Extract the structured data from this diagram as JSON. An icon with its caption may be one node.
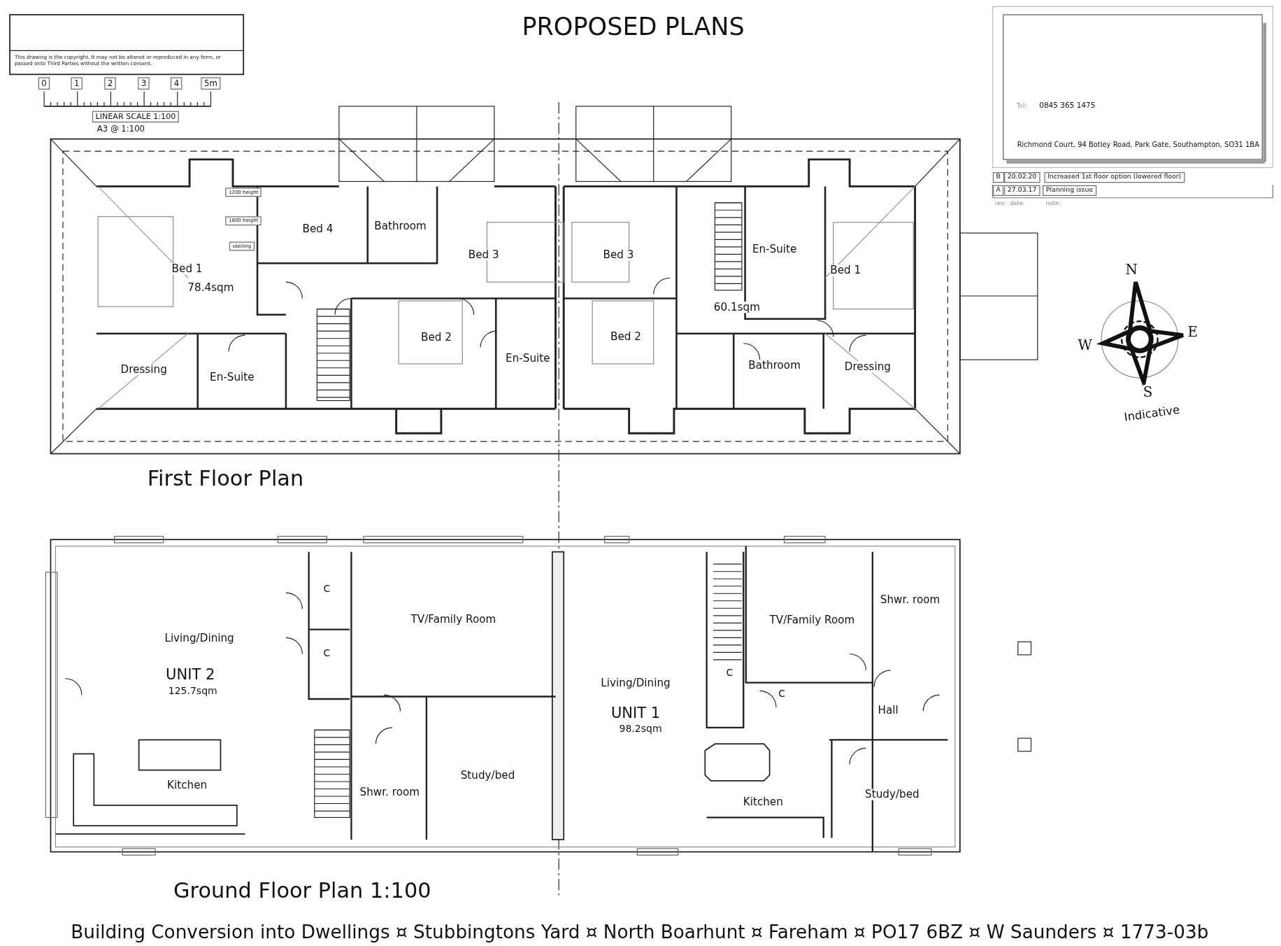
{
  "diagram": {
    "title": "PROPOSED PLANS",
    "caption": "Building Conversion into Dwellings ¤ Stubbingtons Yard ¤ North Boarhunt ¤ Fareham ¤ PO17 6BZ ¤ W Saunders ¤ 1773-03b",
    "labels": [
      "This drawing is the copyright. It may not be altered or reproduced in any form, or passed onto Third Parties without the written consent.",
      "0",
      "1",
      "2",
      "3",
      "4",
      "5m",
      "LINEAR SCALE 1:100",
      "A3 @ 1:100",
      "Tel:",
      "0845 365 1475",
      "Richmond Court, 94 Botley Road, Park Gate, Southampton, SO31 1BA",
      "B",
      "20.02.20",
      "Increased 1st floor option (lowered floor)",
      "A",
      "27.03.17",
      "Planning issue",
      "rev:",
      "date:",
      "note:",
      "1200 height",
      "1800 height",
      "skeiling",
      "Bed 4",
      "Bathroom",
      "Bed 3",
      "Bed 3",
      "En-Suite",
      "Bed 1",
      "78.4sqm",
      "Bed 1",
      "60.1sqm",
      "Bed 2",
      "Bed 2",
      "En-Suite",
      "Bathroom",
      "Dressing",
      "En-Suite",
      "Dressing",
      "First Floor Plan",
      "N",
      "W",
      "E",
      "S",
      "Indicative",
      "C",
      "TV/Family Room",
      "Shwr. room",
      "Living/Dining",
      "TV/Family Room",
      "C",
      "UNIT 2",
      "125.7sqm",
      "C",
      "Living/Dining",
      "C",
      "UNIT 1",
      "98.2sqm",
      "Hall",
      "Kitchen",
      "Study/bed",
      "Shwr. room",
      "Study/bed",
      "Kitchen",
      "Ground Floor Plan   1:100"
    ]
  }
}
